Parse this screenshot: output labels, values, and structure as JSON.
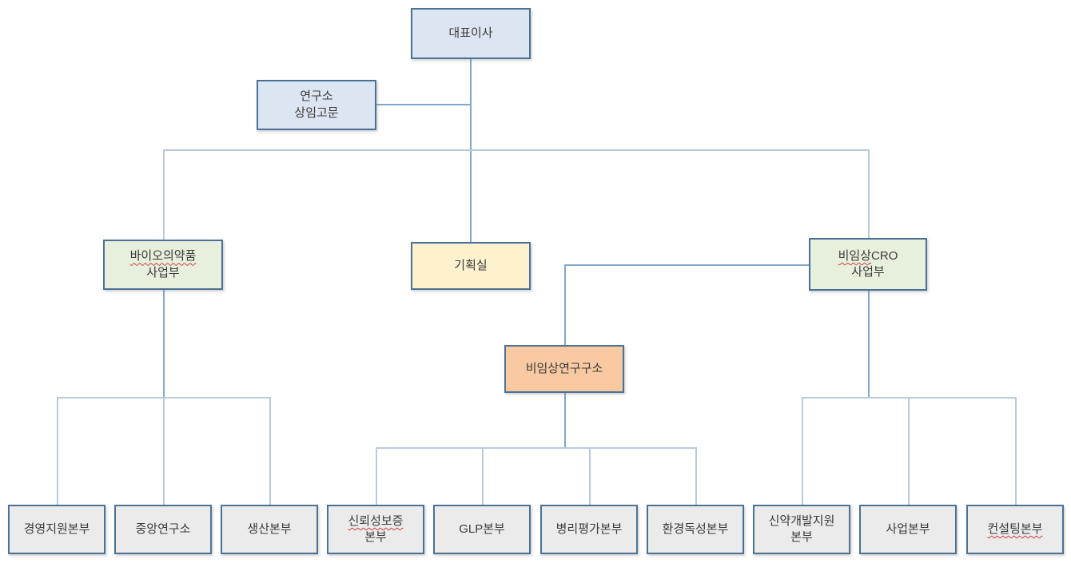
{
  "chart_type": "org-chart",
  "colors": {
    "box_border": "#4a7296",
    "blue_fill": "#dce6f2",
    "green_fill": "#e7efdd",
    "yellow_fill": "#fdf2cd",
    "orange_fill": "#f9c9a2",
    "gray_fill": "#ebebeb",
    "connector_dark": "#7fa8cc",
    "connector_light": "#b6cbdf",
    "spellcheck_squiggle": "#d23f3f",
    "text": "#3a3a3a"
  },
  "nodes": {
    "ceo": {
      "label": "대표이사"
    },
    "advisor": {
      "label": "연구소\n상임고문"
    },
    "bio_division": {
      "line1": "바이오의약품",
      "line2": "사업부"
    },
    "planning": {
      "label": "기획실"
    },
    "cro_division": {
      "line1a": "비임상",
      "line1b": "CRO",
      "line2": "사업부"
    },
    "nonclinical_institute": {
      "label": "비임상연구구소"
    },
    "mgmt_support": {
      "label": "경영지원본부"
    },
    "central_research": {
      "label": "중앙연구소"
    },
    "production": {
      "label": "생산본부"
    },
    "reliability_assurance": {
      "line1": "신뢰성보증",
      "line2": "본부"
    },
    "glp": {
      "label": "GLP본부"
    },
    "pathology_eval": {
      "label": "병리평가본부"
    },
    "env_toxicology": {
      "label": "환경독성본부"
    },
    "drug_dev_support": {
      "line1": "신약개발지원",
      "line2": "본부"
    },
    "business": {
      "label": "사업본부"
    },
    "consulting": {
      "label": "컨설팅본부"
    }
  },
  "edges": [
    [
      "ceo",
      "advisor"
    ],
    [
      "ceo",
      "bio_division"
    ],
    [
      "ceo",
      "planning"
    ],
    [
      "ceo",
      "cro_division"
    ],
    [
      "bio_division",
      "mgmt_support"
    ],
    [
      "bio_division",
      "central_research"
    ],
    [
      "bio_division",
      "production"
    ],
    [
      "cro_division",
      "nonclinical_institute"
    ],
    [
      "nonclinical_institute",
      "reliability_assurance"
    ],
    [
      "nonclinical_institute",
      "glp"
    ],
    [
      "nonclinical_institute",
      "pathology_eval"
    ],
    [
      "nonclinical_institute",
      "env_toxicology"
    ],
    [
      "cro_division",
      "drug_dev_support"
    ],
    [
      "cro_division",
      "business"
    ],
    [
      "cro_division",
      "consulting"
    ]
  ]
}
